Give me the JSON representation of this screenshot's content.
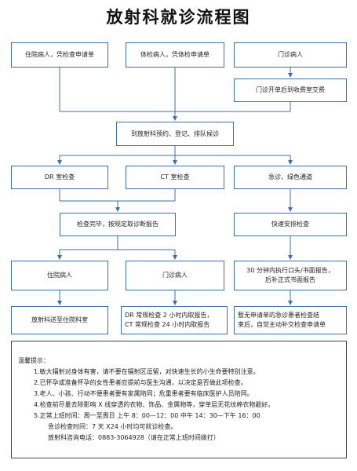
{
  "title": "放射科就诊流程图",
  "boxes": {
    "inpatient_request": "住院病人，凭检查申请单",
    "physical_exam": "体检病人，凭体检申请单",
    "outpatient": "门诊病人",
    "outpatient_billing": "门诊开单后到收费室交费",
    "register": "到放射科预约、登记、排队候诊",
    "dr_exam": "DR 室检查",
    "ct_exam": "CT 室检查",
    "emergency_channel": "急诊、绿色通道",
    "exam_done": "检查完毕，按规定取诊断报告",
    "fast_exam": "快速安排检查",
    "result_inpatient": "住院病人",
    "result_outpatient": "门诊病人",
    "oral_report_line1": "30 分钟内执行口头/书面报告，",
    "oral_report_line2": "后补正式书面报告",
    "send_ward": "放射科送至住院科室",
    "report_time_line1": "DR 常规检查 2 小时内取报告，",
    "report_time_line2": "CT 常规检查 24 小时内取报告",
    "no_request_line1": "暂无申请单的急诊患者检查结",
    "no_request_line2": "束后，自觉主动补交检查申请单"
  },
  "notice": {
    "title": "温馨提示：",
    "items": [
      "1.敏大辐射对身体有害，请不要在辐射区逗留，对快速生长的小生命要特别注意。",
      "2.已怀孕或准备怀孕的女性患者应提前与医生沟通，以决定是否做此项检查。",
      "3.老人、小孩、行动不便患者要有家属陪同；危重患者要有临床医护人员陪同。",
      "4.检查前尽量去除影响 X 线穿透的衣物、饰品、金属物等，穿单层无花纹棉衣物最好。",
      "5.正常上班时间：周一至周日 上午 8：00—12：00   中午 14：30—下午 16：00"
    ],
    "emergency_hours": "急诊检查时间：7 天 X24 小时均可就诊检查。",
    "phone": "放射科咨询电话：0883-3064928（请在正常上班时间拨打）"
  }
}
